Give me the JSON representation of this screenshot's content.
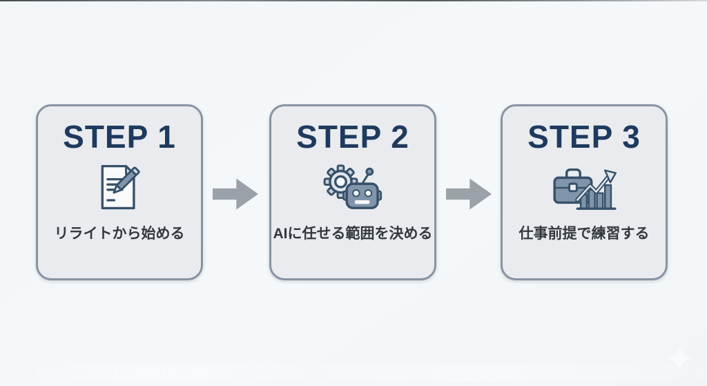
{
  "frame": {
    "background_color": "#f4f7f9",
    "top_edge_color": "#2d3237"
  },
  "steps": [
    {
      "title": "STEP 1",
      "icon": "document-pencil-icon",
      "caption": "リライトから始める"
    },
    {
      "title": "STEP 2",
      "icon": "gear-robot-icon",
      "caption": "AIに任せる範囲を決める"
    },
    {
      "title": "STEP 3",
      "icon": "briefcase-chart-icon",
      "caption": "仕事前提で練習する"
    }
  ],
  "arrows": {
    "shape": "block-arrow-right",
    "count": 2,
    "color": "#9aa1a8"
  },
  "colors": {
    "card_background": "#e9ebee",
    "card_border": "#8793a1",
    "step_title": "#1e3a5e",
    "caption_text": "#33383f",
    "icon_navy": "#36506a",
    "icon_slate": "#8095aa",
    "icon_light": "#f5f7f9",
    "sparkle": "#fbfdfe"
  },
  "decorations": {
    "sparkle": "four-pointed-star"
  }
}
